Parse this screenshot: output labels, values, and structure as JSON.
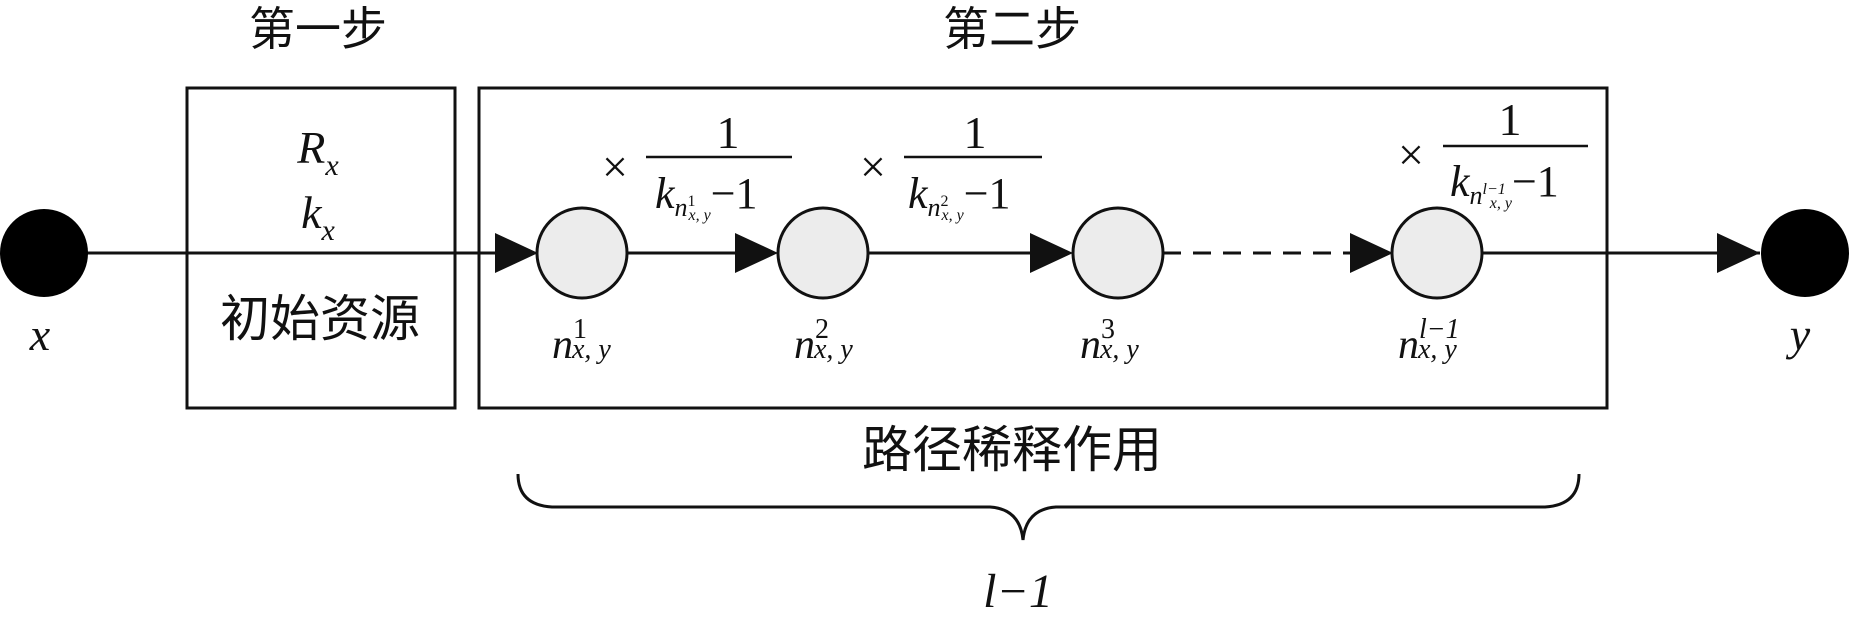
{
  "steps": {
    "step1_label": "第一步",
    "step2_label": "第二步"
  },
  "source_node": {
    "label": "x"
  },
  "target_node": {
    "label": "y"
  },
  "step1_box": {
    "resource_symbol": {
      "base": "R",
      "sub": "x"
    },
    "degree_symbol": {
      "base": "k",
      "sub": "x"
    },
    "caption": "初始资源"
  },
  "step2_box": {
    "caption": "路径稀释作用"
  },
  "path_nodes": [
    {
      "base": "n",
      "sub": "x, y",
      "sup": "1"
    },
    {
      "base": "n",
      "sub": "x, y",
      "sup": "2"
    },
    {
      "base": "n",
      "sub": "x, y",
      "sup": "3"
    },
    {
      "base": "n",
      "sub": "x, y",
      "sup": "l−1"
    }
  ],
  "multipliers": [
    {
      "times": "×",
      "numerator": "1",
      "k": "k",
      "n": "n",
      "sub": "x, y",
      "sup": "1",
      "minus_one": "−1"
    },
    {
      "times": "×",
      "numerator": "1",
      "k": "k",
      "n": "n",
      "sub": "x, y",
      "sup": "2",
      "minus_one": "−1"
    },
    {
      "times": "×",
      "numerator": "1",
      "k": "k",
      "n": "n",
      "sub": "x, y",
      "sup": "l−1",
      "minus_one": "−1"
    }
  ],
  "brace_label": "l−1",
  "colors": {
    "endpoint": "#000000",
    "path_node_fill": "#ececec",
    "stroke": "#111111"
  }
}
